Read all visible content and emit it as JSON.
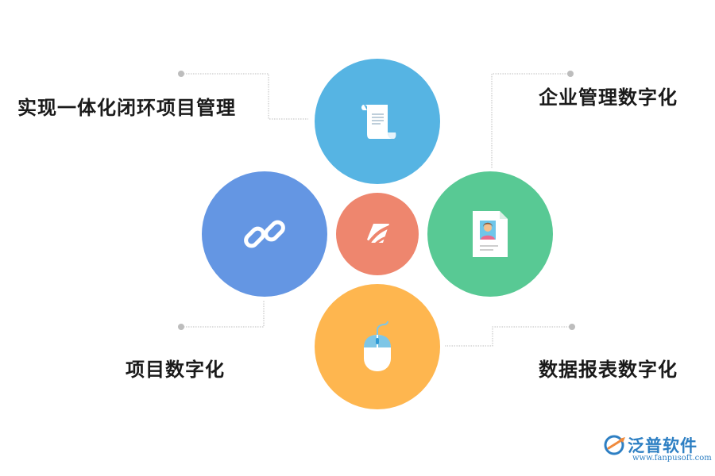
{
  "items": [
    {
      "label": "实现一体化闭环项目管理",
      "icon": "scroll-icon",
      "color": "#56b4e3"
    },
    {
      "label": "企业管理数字化",
      "icon": "id-document-icon",
      "color": "#58c994"
    },
    {
      "label": "项目数字化",
      "icon": "chain-link-icon",
      "color": "#6496e3"
    },
    {
      "label": "数据报表数字化",
      "icon": "mouse-icon",
      "color": "#feb64f"
    }
  ],
  "center": {
    "icon": "brand-logo-icon",
    "color": "#ee866e"
  },
  "logo": {
    "name": "泛普软件",
    "url": "www.fanpusoft.com"
  }
}
